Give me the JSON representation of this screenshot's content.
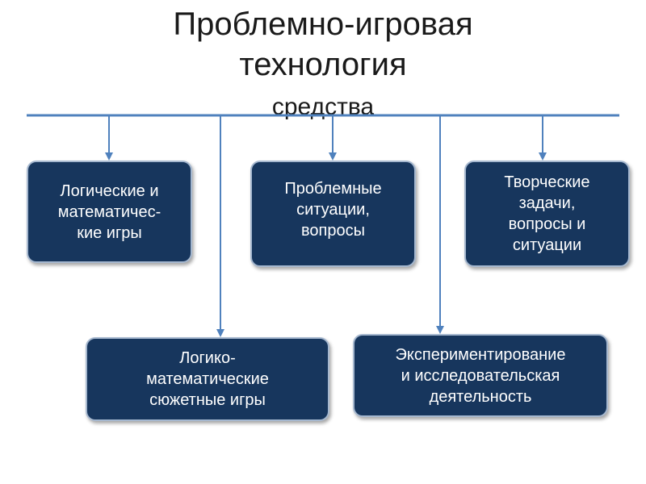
{
  "slide": {
    "title_line_1": "Проблемно-игровая",
    "title_line_2": "технология",
    "subtitle": "средства"
  },
  "boxes": {
    "logical_games": [
      "Логические и",
      "математичес-",
      "кие игры"
    ],
    "problem_situations": [
      "Проблемные",
      "ситуации,",
      "вопросы"
    ],
    "creative_tasks": [
      "Творческие",
      "задачи,",
      "вопросы и",
      "ситуации"
    ],
    "plot_games": [
      "Логико-",
      "математические",
      "сюжетные игры"
    ],
    "experimentation": [
      "Экспериментирование",
      "и исследовательская",
      "деятельность"
    ]
  },
  "colors": {
    "box_fill": "#17365d",
    "box_border": "#a6b8cf",
    "connector": "#4f81bd",
    "title_text": "#1a1a1a"
  }
}
